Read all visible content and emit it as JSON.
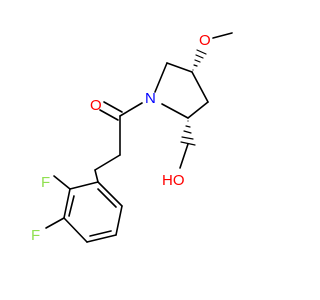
{
  "molecule": {
    "atoms": {
      "O_carbonyl": "O",
      "N_ring": "N",
      "O_methoxy": "O",
      "OH_label": "HO",
      "F_ortho": "F",
      "F_meta": "F"
    },
    "colors": {
      "oxygen": "#ff0000",
      "nitrogen": "#0000ff",
      "fluorine": "#90e050",
      "bond": "#000000"
    }
  }
}
